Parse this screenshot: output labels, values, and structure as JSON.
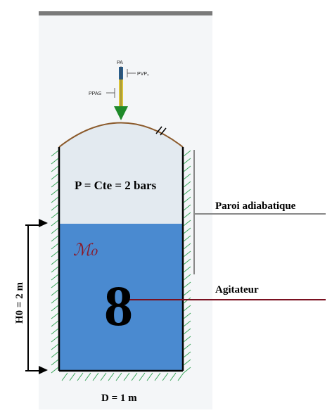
{
  "labels": {
    "pressure": "P = Cte = 2 bars",
    "wall": "Paroi adiabatique",
    "stirrer": "Agitateur",
    "height": "H0 = 2 m",
    "diameter": "D = 1 m",
    "mass": "ℳ₀",
    "stirrer_symbol": "8"
  },
  "valve": {
    "pa": "PA",
    "pvp": "PVP₀",
    "ppas": "PPAS"
  },
  "colors": {
    "water": "#4a8ad0",
    "gas": "#e3eaf0",
    "dome_line": "#8b5a2b",
    "hatch": "#3aa55a",
    "arrow_green": "#1f8a2a",
    "stirrer_line": "#7a1020",
    "wall_line": "#888888",
    "mass_text": "#8a1a2a",
    "header_bar": "#7a7a7a"
  }
}
